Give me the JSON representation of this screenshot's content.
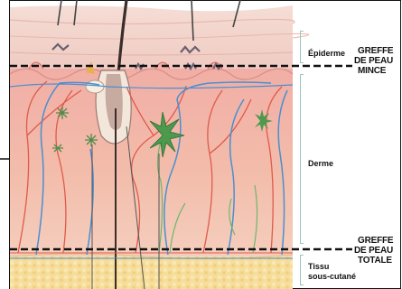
{
  "layers": {
    "epidermis": "Épiderme",
    "dermis": "Derme",
    "subcutaneous_line1": "Tissu",
    "subcutaneous_line2": "sous-cutané"
  },
  "grafts": {
    "thin": [
      "GREFFE",
      "DE PEAU",
      "MINCE"
    ],
    "full": [
      "GREFFE",
      "DE PEAU",
      "TOTALE"
    ]
  },
  "colors": {
    "epidermis": "#f2d6cf",
    "dermis_top": "#f0a8a4",
    "dermis_bottom": "#f6d4c4",
    "fat": "#f6dd9a",
    "artery": "#e05a4a",
    "vein": "#4a8fd0",
    "nerve": "#6cb86a",
    "graft_line": "#111111"
  },
  "icons": {
    "hair_follicle": "hair-follicle-icon",
    "sweat_gland": "sweat-gland-icon",
    "nerve_ending": "nerve-ending-icon"
  }
}
